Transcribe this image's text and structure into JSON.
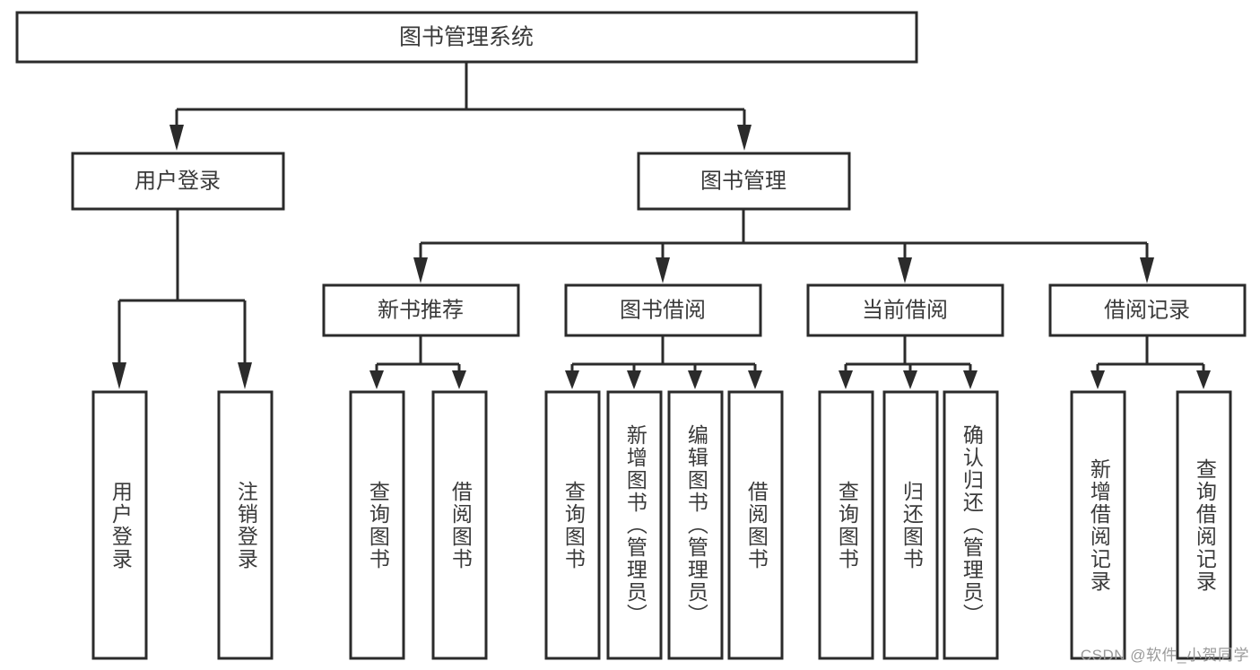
{
  "diagram": {
    "title": "图书管理系统",
    "type": "tree-hierarchy",
    "watermark": "CSDN @软件_小贺同学",
    "colors": {
      "stroke": "#2b2b2b",
      "text": "#3a3a3a",
      "background": "#ffffff",
      "watermark": "#9a9a9a"
    },
    "root": {
      "label": "图书管理系统"
    },
    "level2": [
      {
        "label": "用户登录"
      },
      {
        "label": "图书管理"
      }
    ],
    "level3": [
      {
        "label": "新书推荐"
      },
      {
        "label": "图书借阅"
      },
      {
        "label": "当前借阅"
      },
      {
        "label": "借阅记录"
      }
    ],
    "leaves": {
      "user_login": [
        {
          "label": "用户登录"
        },
        {
          "label": "注销登录"
        }
      ],
      "new_book_recommend": [
        {
          "label": "查询图书"
        },
        {
          "label": "借阅图书"
        }
      ],
      "book_borrow": [
        {
          "label": "查询图书"
        },
        {
          "label": "新增图书（管理员）"
        },
        {
          "label": "编辑图书（管理员）"
        },
        {
          "label": "借阅图书"
        }
      ],
      "current_borrow": [
        {
          "label": "查询图书"
        },
        {
          "label": "归还图书"
        },
        {
          "label": "确认归还（管理员）"
        }
      ],
      "borrow_record": [
        {
          "label": "新增借阅记录"
        },
        {
          "label": "查询借阅记录"
        }
      ]
    }
  }
}
